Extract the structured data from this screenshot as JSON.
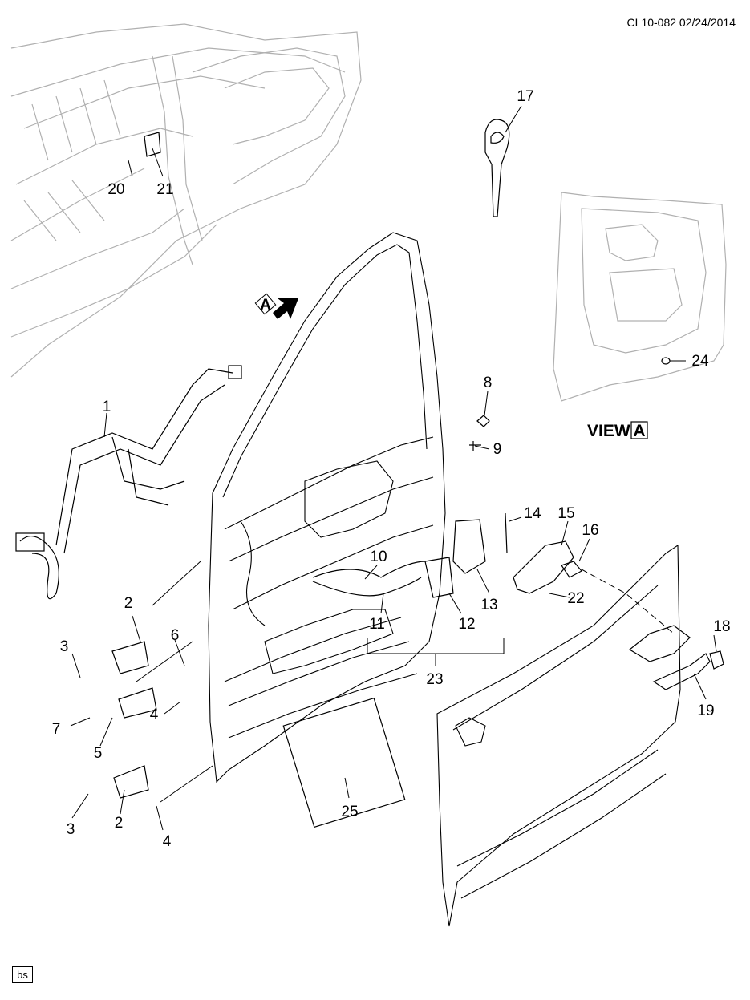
{
  "header": {
    "ref_code": "CL10-082 02/24/2014"
  },
  "footer": {
    "tag": "bs"
  },
  "view_a": {
    "prefix": "VIEW",
    "letter": "A",
    "arrow_letter": "A"
  },
  "callouts": {
    "c1": "1",
    "c2a": "2",
    "c2b": "2",
    "c3a": "3",
    "c3b": "3",
    "c4a": "4",
    "c4b": "4",
    "c5": "5",
    "c6": "6",
    "c7": "7",
    "c8": "8",
    "c9": "9",
    "c10": "10",
    "c11": "11",
    "c12": "12",
    "c13": "13",
    "c14": "14",
    "c15": "15",
    "c16": "16",
    "c17": "17",
    "c18": "18",
    "c19": "19",
    "c20": "20",
    "c21": "21",
    "c22": "22",
    "c23": "23",
    "c24": "24",
    "c25": "25"
  },
  "colors": {
    "line": "#000000",
    "ghost": "#b0b0b0",
    "background": "#ffffff"
  }
}
